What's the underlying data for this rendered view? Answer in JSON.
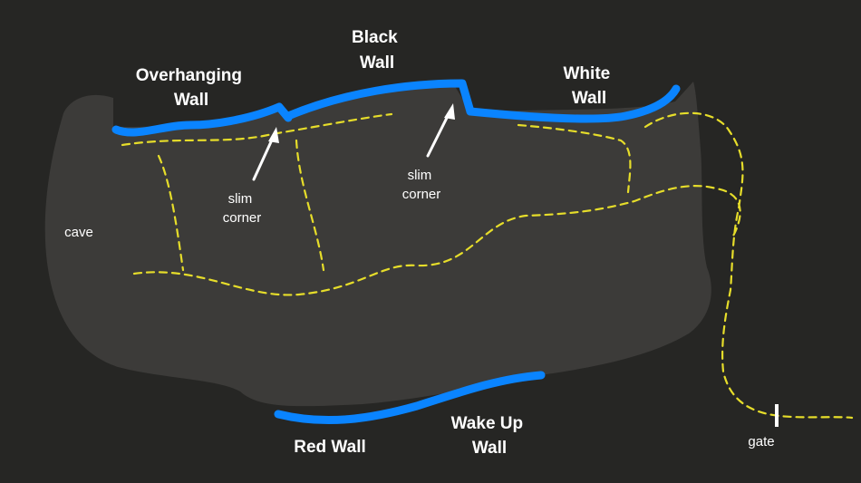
{
  "colors": {
    "background": "#262624",
    "crag": "#3c3b39",
    "wall": "#0a84ff",
    "trail": "#e6dd2a",
    "label": "#ffffff"
  },
  "walls": {
    "overhanging": [
      "Overhanging",
      "Wall"
    ],
    "black": [
      "Black",
      "Wall"
    ],
    "white": [
      "White",
      "Wall"
    ],
    "red": "Red Wall",
    "wake_up": [
      "Wake Up",
      "Wall"
    ]
  },
  "features": {
    "cave": "cave",
    "slim_corner_1": [
      "slim",
      "corner"
    ],
    "slim_corner_2": [
      "slim",
      "corner"
    ],
    "gate": "gate"
  }
}
